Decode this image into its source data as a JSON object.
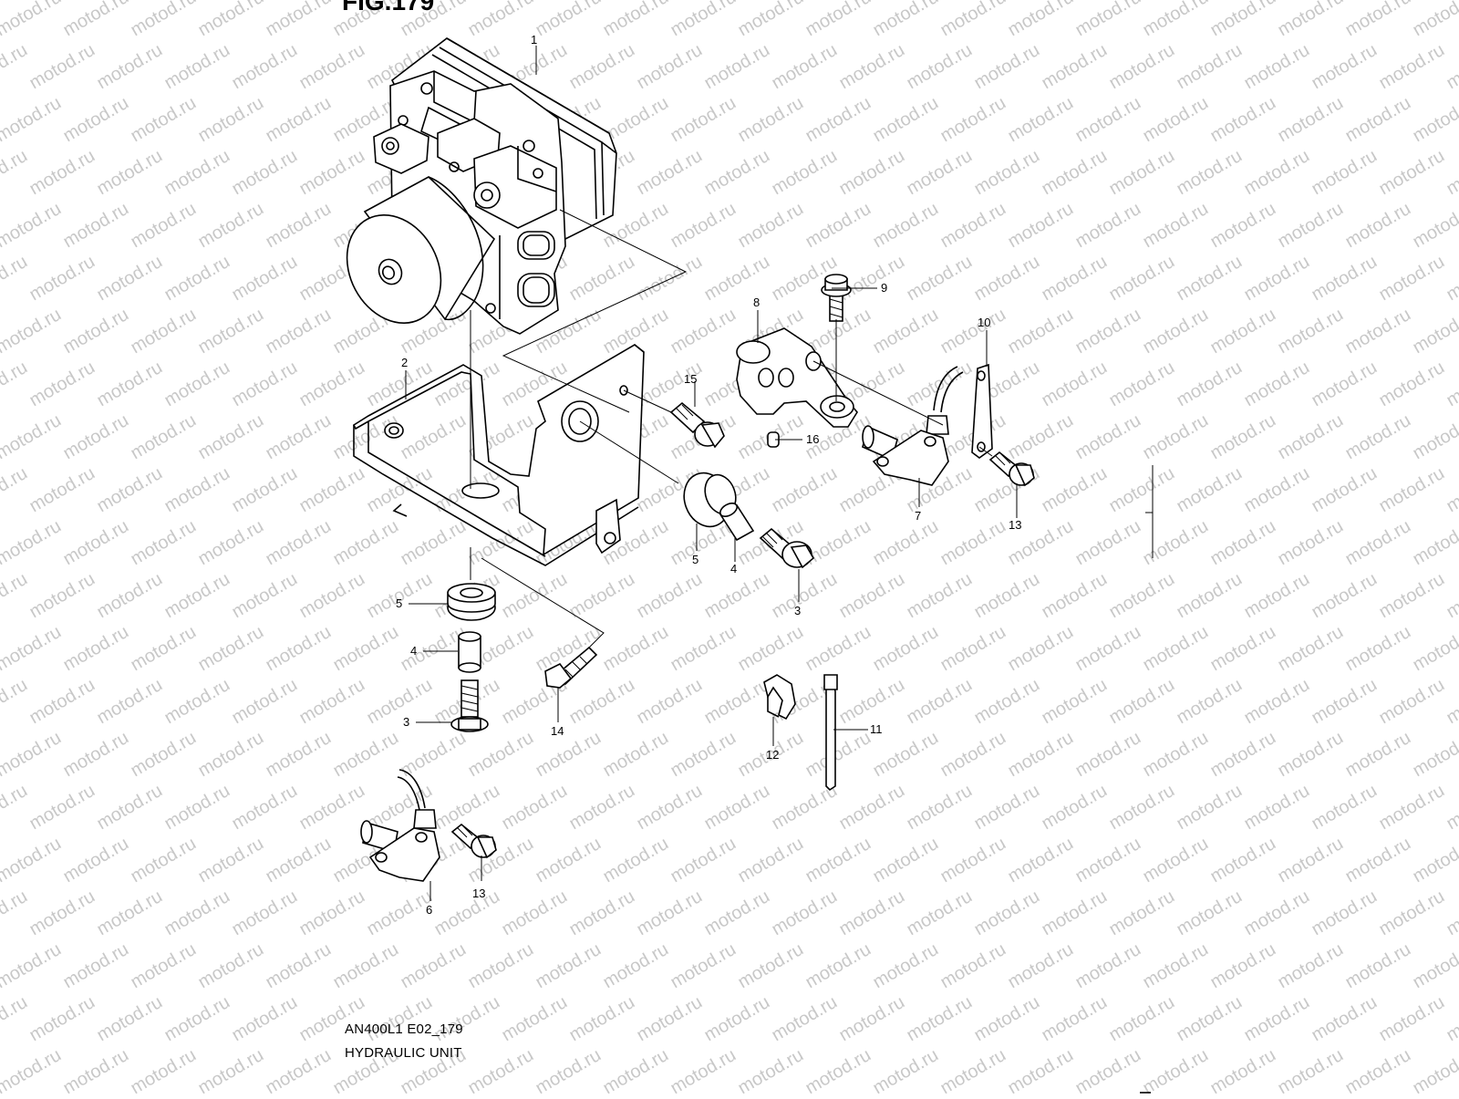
{
  "figure": {
    "title": "FIG.179",
    "code": "AN400L1 E02_179",
    "name": "HYDRAULIC UNIT"
  },
  "watermark": "motod.ru",
  "callouts": [
    "1",
    "2",
    "3",
    "3",
    "4",
    "4",
    "5",
    "5",
    "6",
    "7",
    "8",
    "9",
    "10",
    "11",
    "12",
    "13",
    "13",
    "14",
    "15",
    "16"
  ]
}
